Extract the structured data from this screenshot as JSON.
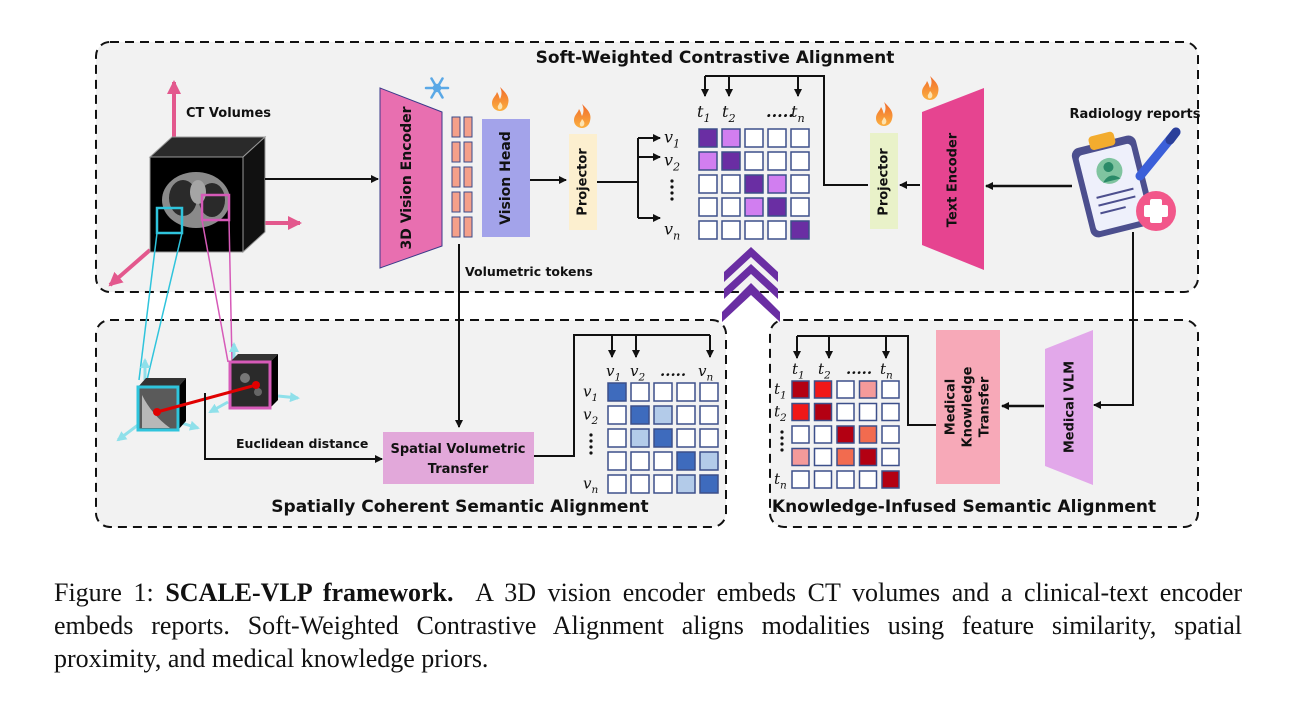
{
  "panels": {
    "top": {
      "title": "Soft-Weighted Contrastive Alignment"
    },
    "bottom_left": {
      "title": "Spatially Coherent Semantic Alignment"
    },
    "bottom_right": {
      "title": "Knowledge-Infused Semantic Alignment"
    }
  },
  "labels": {
    "ct_volumes": "CT Volumes",
    "vision_encoder": "3D Vision Encoder",
    "vision_head": "Vision Head",
    "projector_vision": "Projector",
    "projector_text": "Projector",
    "text_encoder": "Text Encoder",
    "radiology_reports": "Radiology reports",
    "volumetric_tokens": "Volumetric tokens",
    "euclidean_distance": "Euclidean distance",
    "spatial_transfer_line1": "Spatial Volumetric",
    "spatial_transfer_line2": "Transfer",
    "medical_knowledge_line1": "Medical",
    "medical_knowledge_line2": "Knowledge",
    "medical_knowledge_line3": "Transfer",
    "medical_vlm": "Medical VLM"
  },
  "icons": {
    "frozen": "snowflake-icon",
    "trainable": "flame-icon",
    "report": "clipboard-report-icon"
  },
  "matrices": {
    "contrastive": {
      "cols": [
        "t1",
        "t2",
        ".....",
        "tn"
      ],
      "rows": [
        "v1",
        "v2",
        "",
        "",
        "vn"
      ],
      "levels": [
        [
          2,
          1,
          0,
          0,
          0
        ],
        [
          1,
          2,
          0,
          0,
          0
        ],
        [
          0,
          0,
          2,
          1,
          0
        ],
        [
          0,
          0,
          1,
          2,
          0
        ],
        [
          0,
          0,
          0,
          0,
          2
        ]
      ],
      "colors": [
        "#ffffff",
        "#d17ef0",
        "#6a2ea3"
      ]
    },
    "spatial": {
      "cols": [
        "v1",
        "v2",
        ".....",
        "vn"
      ],
      "rows": [
        "v1",
        "v2",
        "",
        "",
        "vn"
      ],
      "levels": [
        [
          2,
          0,
          0,
          0,
          0
        ],
        [
          0,
          2,
          1,
          0,
          0
        ],
        [
          0,
          1,
          2,
          0,
          0
        ],
        [
          0,
          0,
          0,
          2,
          1
        ],
        [
          0,
          0,
          0,
          1,
          2
        ]
      ],
      "colors": [
        "#ffffff",
        "#b3cbe9",
        "#3e6bbd"
      ]
    },
    "knowledge": {
      "cols": [
        "t1",
        "t2",
        ".....",
        "tn"
      ],
      "rows": [
        "t1",
        "t2",
        "",
        "",
        "tn"
      ],
      "levels": [
        [
          3,
          2,
          0,
          1,
          0
        ],
        [
          2,
          3,
          0,
          0,
          0
        ],
        [
          0,
          0,
          3,
          1.5,
          0
        ],
        [
          1,
          0,
          1.5,
          3,
          0
        ],
        [
          0,
          0,
          0,
          0,
          3
        ]
      ],
      "colors": {
        "0": "#ffffff",
        "1": "#f49a9a",
        "1.5": "#f26b4f",
        "2": "#f01818",
        "3": "#b30012"
      }
    }
  },
  "caption": {
    "figure_label": "Figure 1:",
    "bold_title": "SCALE-VLP framework.",
    "text": "A 3D vision encoder embeds CT volumes and a clinical-text encoder embeds reports. Soft-Weighted Contrastive Alignment aligns modalities using feature similarity, spatial proximity, and medical knowledge priors."
  }
}
